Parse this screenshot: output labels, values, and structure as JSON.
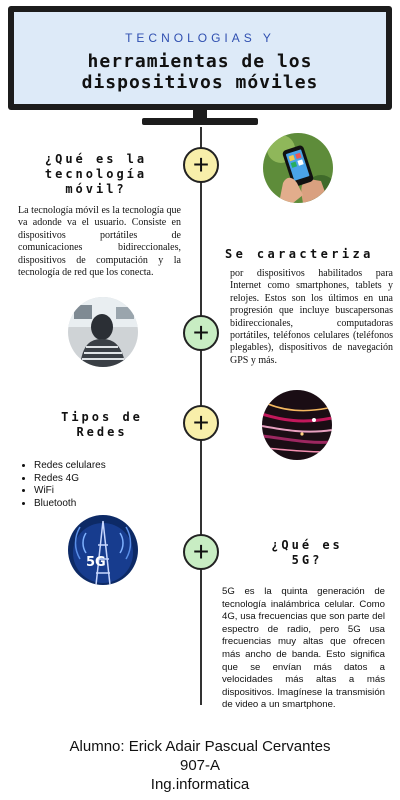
{
  "header": {
    "top_title": "TECNOLOGIAS Y",
    "main_title_line1": "herramientas de los",
    "main_title_line2": "dispositivos móviles"
  },
  "sections": [
    {
      "heading_lines": [
        "¿Qué es la",
        "tecnología",
        "móvil?"
      ],
      "text": "La tecnología móvil es la tecnología que va adonde va el usuario. Consiste en dispositivos portátiles de comunicaciones bidireccionales, dispositivos de computación y la tecnología de red que los conecta."
    },
    {
      "heading": "Se caracteriza",
      "text": "por dispositivos habilitados para Internet como smartphones, tablets y relojes. Estos son los últimos en una progresión que incluye buscapersonas bidireccionales, computadoras portátiles, teléfonos celulares (teléfonos plegables), dispositivos de navegación GPS y más."
    },
    {
      "heading_lines": [
        "Tipos de",
        "Redes"
      ],
      "items": [
        "Redes celulares",
        "Redes 4G",
        "WiFi",
        "Bluetooth"
      ]
    },
    {
      "heading_lines": [
        "¿Qué es",
        "5G?"
      ],
      "text": "5G es la quinta generación de tecnología inalámbrica celular. Como 4G, usa frecuencias que son parte del espectro de radio, pero 5G usa frecuencias muy altas que ofrecen más ancho de banda. Esto significa que se envían más datos a velocidades más altas a más dispositivos. Imagínese la transmisión de video a un smartphone."
    }
  ],
  "photo_5g_label": "5G",
  "plus_symbol": "+",
  "footer": {
    "name": "Alumno: Erick Adair Pascual Cervantes",
    "group": "907-A",
    "career": "Ing.informatica"
  },
  "colors": {
    "title_blue": "#2f4fb0",
    "screen_bg": "#ddeaf8",
    "plus_yellow": "#f8efaa",
    "plus_green": "#c8edc3"
  }
}
